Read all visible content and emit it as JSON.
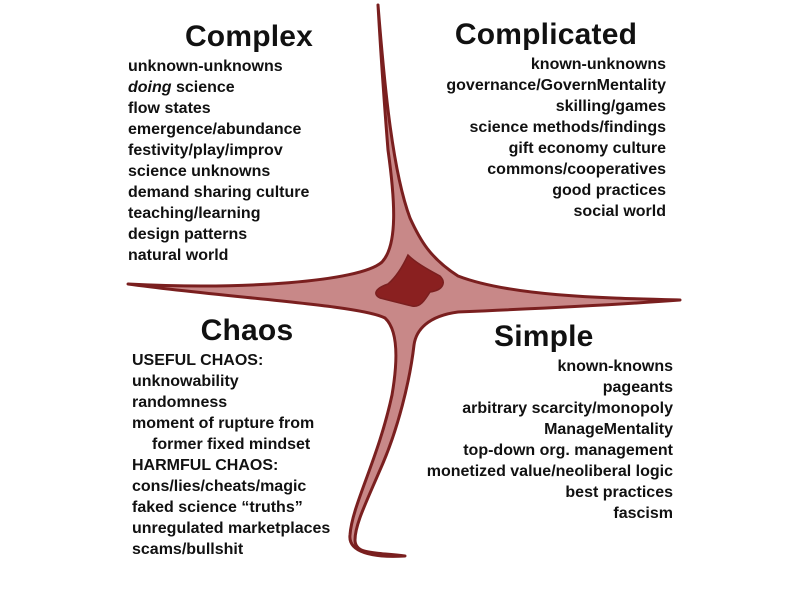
{
  "complex": {
    "title": "Complex",
    "items": [
      {
        "em": "",
        "text": "unknown-unknowns"
      },
      {
        "em": "doing",
        "text": " science"
      },
      {
        "em": "",
        "text": "flow states"
      },
      {
        "em": "",
        "text": "emergence/abundance"
      },
      {
        "em": "",
        "text": "festivity/play/improv"
      },
      {
        "em": "",
        "text": "science unknowns"
      },
      {
        "em": "",
        "text": "demand sharing culture"
      },
      {
        "em": "",
        "text": "teaching/learning"
      },
      {
        "em": "",
        "text": "design patterns"
      },
      {
        "em": "",
        "text": "natural world"
      }
    ]
  },
  "complicated": {
    "title": "Complicated",
    "items": [
      "known-unknowns",
      "governance/GovernMentality",
      "skilling/games",
      "science methods/findings",
      "gift economy culture",
      "commons/cooperatives",
      "good practices",
      "social world"
    ]
  },
  "chaos": {
    "title": "Chaos",
    "items": [
      "USEFUL CHAOS:",
      "unknowability",
      "randomness",
      "moment of rupture from",
      "former fixed mindset",
      "HARMFUL CHAOS:",
      "cons/lies/cheats/magic",
      "faked science “truths”",
      "unregulated marketplaces",
      "scams/bullshit"
    ]
  },
  "simple": {
    "title": "Simple",
    "items": [
      "known-knowns",
      "pageants",
      "arbitrary scarcity/monopoly",
      "ManageMentality",
      "top-down org. management",
      "monetized value/neoliberal logic",
      "best practices",
      "fascism"
    ]
  },
  "colors": {
    "stroke": "#7a1f1f",
    "fill_light": "#c88888",
    "fill_dark": "#8a2020"
  }
}
